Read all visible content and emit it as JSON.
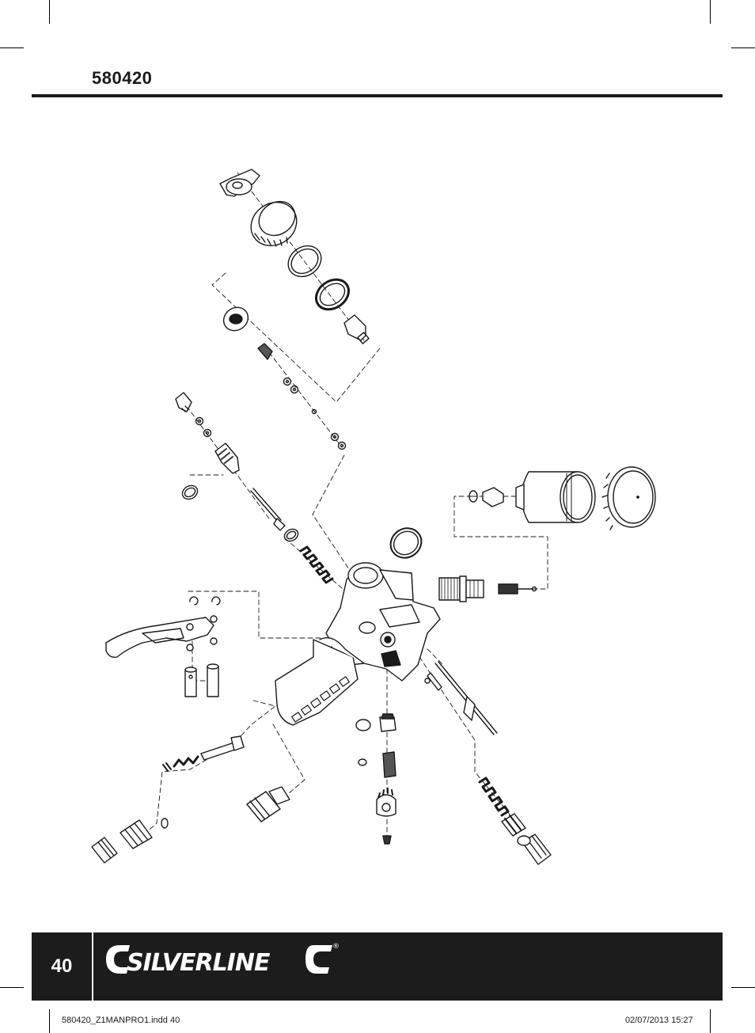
{
  "header": {
    "model_number": "580420"
  },
  "footer": {
    "page_number": "40",
    "brand": "SILVERLINE",
    "registered_mark": "®",
    "print_file": "580420_Z1MANPRO1.indd   40",
    "print_date": "02/07/2013   15:27"
  },
  "diagram": {
    "subject": "exploded parts view of gravity-feed spray gun",
    "line_color": "#1a1a1a"
  }
}
